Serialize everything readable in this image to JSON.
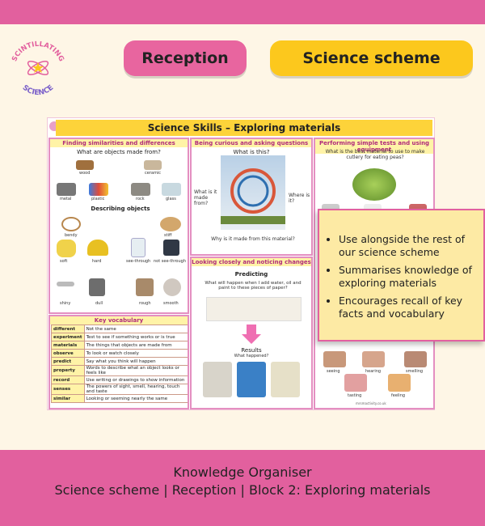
{
  "header": {
    "logo_text": "SCINTILLATING SCIENCE",
    "pill_left": "Reception",
    "pill_right": "Science scheme"
  },
  "organiser": {
    "title": "Science Skills – Exploring materials",
    "similar": {
      "head": "Finding similarities and differences",
      "question": "What are objects made from?",
      "items": [
        "wood",
        "ceramic",
        "metal",
        "plastic",
        "rock",
        "glass"
      ],
      "describe_title": "Describing objects",
      "describe_items": [
        "bendy",
        "stiff",
        "soft",
        "hard",
        "see-through",
        "not see-through",
        "shiny",
        "dull",
        "rough",
        "smooth"
      ]
    },
    "curious": {
      "head": "Being curious and asking questions",
      "q1": "What is this?",
      "q2": "What is it made from?",
      "q3": "Where is it?",
      "q4": "Why is it made from this material?"
    },
    "tests": {
      "head": "Performing simple tests and using equipment",
      "question": "What is the best material to use to make cutlery for eating peas?",
      "senses": [
        "seeing",
        "hearing",
        "smelling",
        "tasting",
        "feeling"
      ]
    },
    "closely": {
      "head": "Looking closely and noticing changes",
      "predicting": "Predicting",
      "predict_q": "What will happen when I add water, oil and paint to these pieces of paper?",
      "results": "Results",
      "results_q": "What happened?"
    },
    "vocab": {
      "head": "Key vocabulary",
      "rows": [
        {
          "w": "different",
          "d": "Not the same"
        },
        {
          "w": "experiment",
          "d": "Test to see if something works or is true"
        },
        {
          "w": "materials",
          "d": "The things that objects are made from"
        },
        {
          "w": "observe",
          "d": "To look or watch closely"
        },
        {
          "w": "predict",
          "d": "Say what you think will happen"
        },
        {
          "w": "property",
          "d": "Words to describe what an object looks or feels like"
        },
        {
          "w": "record",
          "d": "Use writing or drawings to show information"
        },
        {
          "w": "senses",
          "d": "The powers of sight, smell, hearing, touch and taste"
        },
        {
          "w": "similar",
          "d": "Looking or seeming nearly the same"
        }
      ]
    },
    "watermark": "mrsmactivity.co.uk"
  },
  "callout": {
    "points": [
      "Use alongside the rest of our science scheme",
      "Summarises knowledge of exploring materials",
      "Encourages recall of key facts and vocabulary"
    ]
  },
  "footer": {
    "line1": "Knowledge Organiser",
    "line2": "Science scheme | Reception | Block 2: Exploring materials"
  },
  "colors": {
    "pink": "#e2609e",
    "yellow": "#fcc81d",
    "cream": "#fef6e6",
    "callout": "#fdeaa4"
  }
}
